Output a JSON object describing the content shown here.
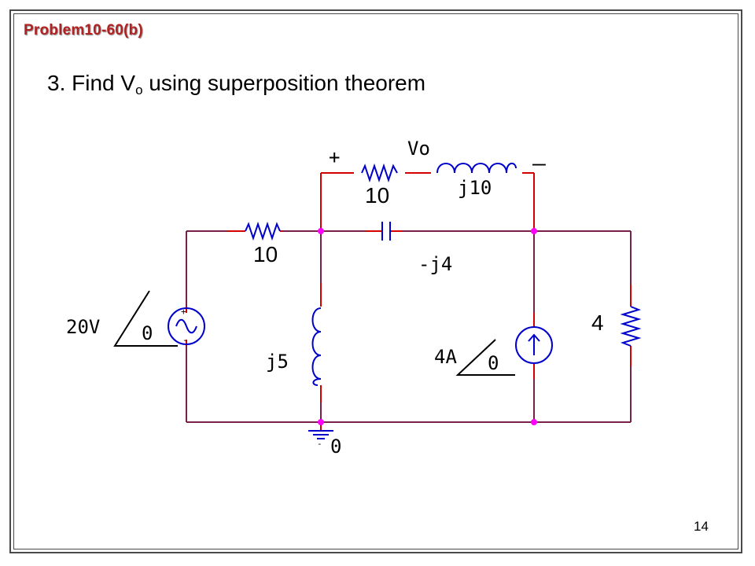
{
  "header": {
    "title": "Problem10-60(b)"
  },
  "problem": {
    "prefix": "3. Find V",
    "subscript": "o",
    "suffix": " using superposition theorem"
  },
  "circuit": {
    "vo_plus": "+",
    "vo_label": "Vo",
    "vo_minus": "–",
    "r_top_value": "10",
    "l_top_value": "j10",
    "r_left_value": "10",
    "c_value": "-j4",
    "vsource_magnitude": "20V",
    "vsource_angle": "0",
    "vsource_plus": "+",
    "vsource_minus": "-",
    "l_shunt_value": "j5",
    "isource_magnitude": "4A",
    "isource_angle": "0",
    "r_right_value": "4",
    "ground_label": "0",
    "ground_minus": "-"
  },
  "colors": {
    "wire": "#7a1f4a",
    "red_wire": "#d40000",
    "node": "#ff00ff",
    "component": "#0000cc",
    "title": "#b22222"
  },
  "footer": {
    "slide_number": "14"
  }
}
